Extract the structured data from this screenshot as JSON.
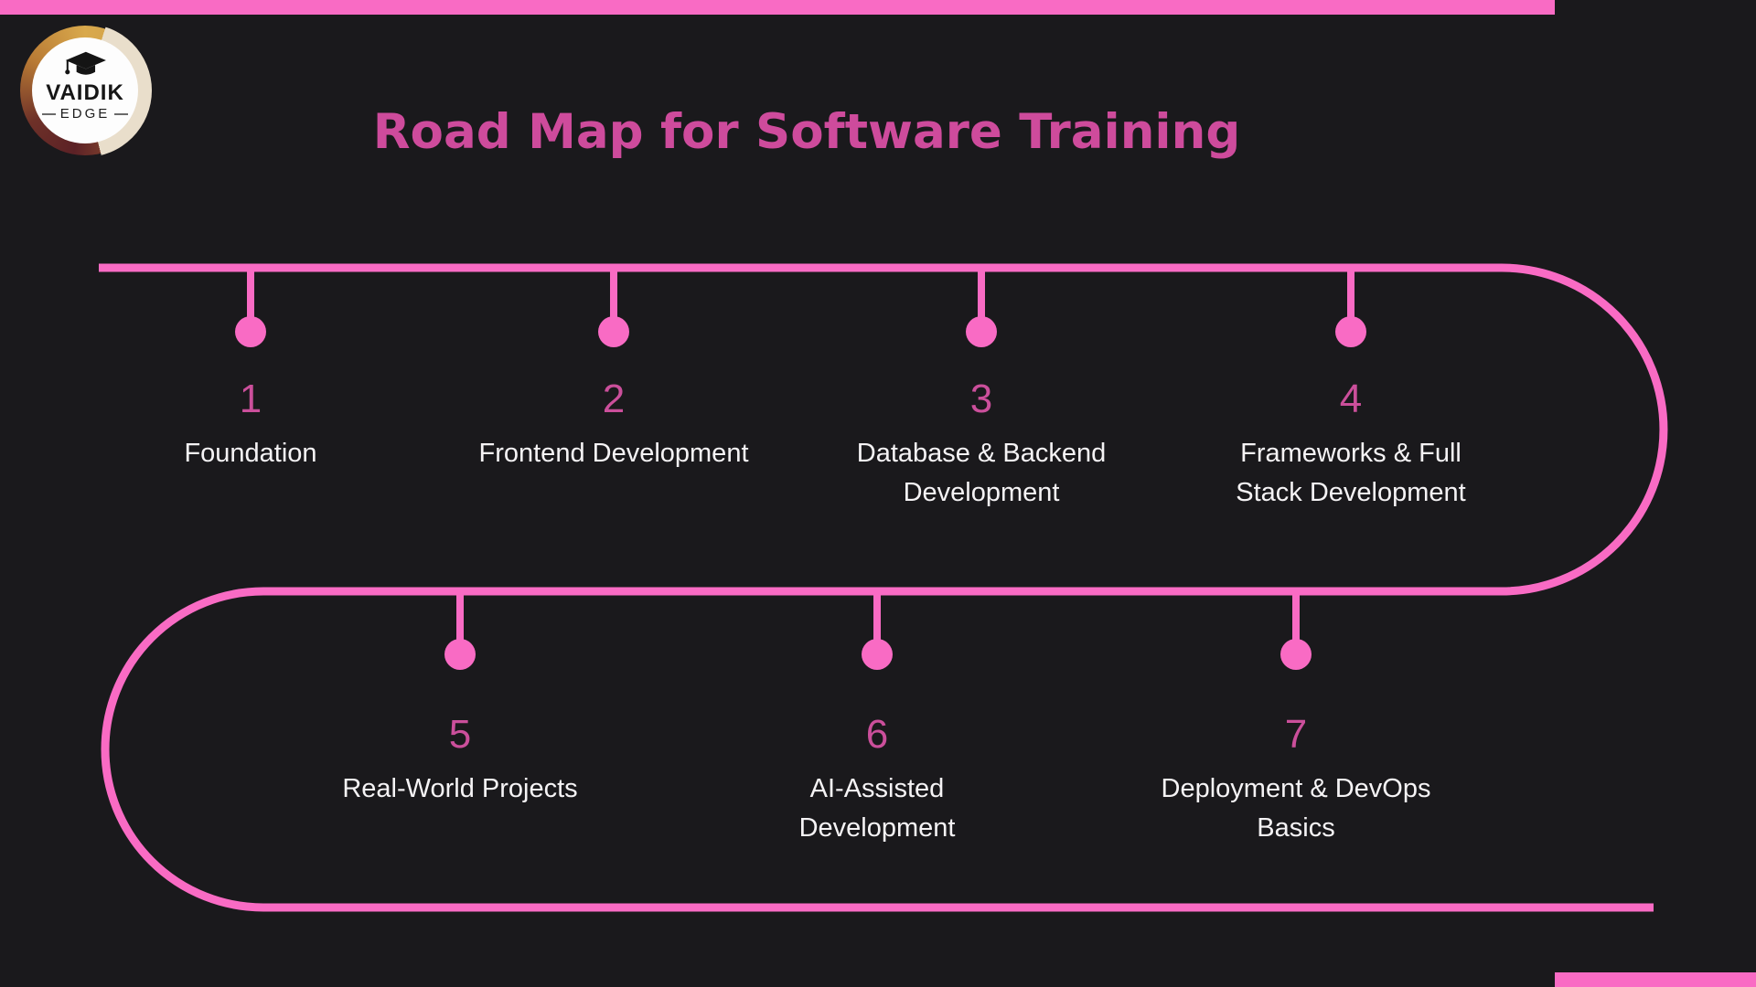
{
  "colors": {
    "background": "#1a191c",
    "accent_pink": "#f96bc4",
    "title_pink": "#ce4b9c",
    "number_pink": "#cb4f9b",
    "label_white": "#f5f3f5"
  },
  "header": {
    "title": "Road Map for Software Training"
  },
  "logo": {
    "name": "VAIDIK",
    "sub": "EDGE"
  },
  "timeline": {
    "steps": [
      {
        "number": "1",
        "label": "Foundation"
      },
      {
        "number": "2",
        "label": "Frontend Development"
      },
      {
        "number": "3",
        "label": "Database & Backend\nDevelopment"
      },
      {
        "number": "4",
        "label": "Frameworks & Full\nStack Development"
      },
      {
        "number": "5",
        "label": "Real-World Projects"
      },
      {
        "number": "6",
        "label": "AI-Assisted\nDevelopment"
      },
      {
        "number": "7",
        "label": "Deployment & DevOps\nBasics"
      }
    ]
  }
}
